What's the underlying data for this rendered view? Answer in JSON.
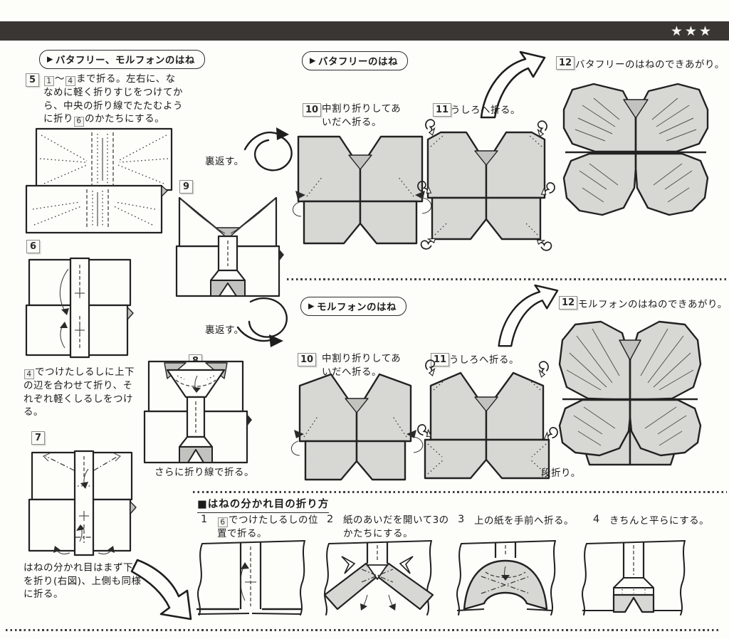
{
  "colors": {
    "paper_gray": "#d7d7d3",
    "band_black": "#3a3633",
    "line_dark": "#222222",
    "page_bg": "#fdfdfa"
  },
  "banner": {
    "stars": "★★★"
  },
  "marker": "▶",
  "sections": {
    "both": {
      "badge": "バタフリー、モルフォンのはね",
      "step5": {
        "num": "5",
        "ref_a": "1",
        "tilde": "～",
        "ref_b": "4",
        "text_mid": "まで折る。左右に、ななめに軽く折りすじをつけてから、中央の折り線でたたむように折り",
        "ref_c": "6",
        "text_end": "のかたちにする。"
      },
      "step6": {
        "num": "6",
        "caption_ref": "4",
        "caption": "でつけたしるしに上下の辺を合わせて折り、それぞれ軽くしるしをつける。"
      },
      "step7": {
        "num": "7",
        "caption": "はねの分かれ目はまず下側を折り(右図)、上側も同様に折る。"
      },
      "step8": {
        "num": "8",
        "caption": "さらに折り線で折る。"
      },
      "step9": {
        "num": "9"
      },
      "flip_label_1": "裏返す。",
      "flip_label_2": "裏返す。"
    },
    "butterfree": {
      "badge": "バタフリーのはね",
      "step10": {
        "num": "10",
        "text": "中割り折りしてあいだへ折る。"
      },
      "step11": {
        "num": "11",
        "text": "うしろへ折る。"
      },
      "step12": {
        "num": "12",
        "text": "バタフリーのはねのできあがり。"
      }
    },
    "morphon": {
      "badge": "モルフォンのはね",
      "step10": {
        "num": "10",
        "text": "中割り折りしてあいだへ折る。"
      },
      "step11": {
        "num": "11",
        "text": "うしろへ折る。"
      },
      "step12": {
        "num": "12",
        "text": "モルフォンのはねのできあがり。"
      },
      "note": "段折り。"
    },
    "howto": {
      "title": "■はねの分かれ目の折り方",
      "steps": [
        {
          "num": "1",
          "ref": "6",
          "text": "でつけたしるしの位置で折る。"
        },
        {
          "num": "2",
          "text": "紙のあいだを開いて3のかたちにする。"
        },
        {
          "num": "3",
          "text": "上の紙を手前へ折る。"
        },
        {
          "num": "4",
          "text": "きちんと平らにする。"
        }
      ]
    }
  }
}
